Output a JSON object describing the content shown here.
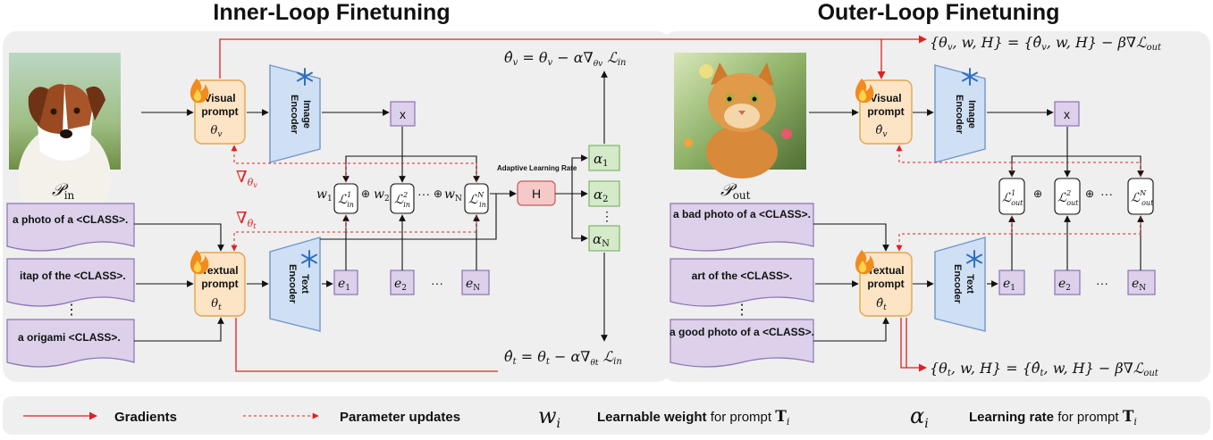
{
  "titles": {
    "inner": "Inner-Loop Finetuning",
    "outer": "Outer-Loop Finetuning"
  },
  "colors": {
    "panel_bg": "#efefef",
    "prompt_fill": "#fde4c4",
    "prompt_stroke": "#e2a64f",
    "encoder_fill": "#cfe0f5",
    "encoder_stroke": "#6f95c9",
    "token_fill": "#dcd0ea",
    "token_stroke": "#8a73b5",
    "lr_fill": "#d4eac9",
    "lr_stroke": "#7fb46b",
    "h_fill": "#f6c9c9",
    "h_stroke": "#c85a5a",
    "gradient_red": "#e02020"
  },
  "inner": {
    "image_icon": "dog-photo",
    "prompt_set_label": "𝒫",
    "prompt_set_sub": "in",
    "prompts": [
      "a photo of a  <CLASS>.",
      "itap of the <CLASS>.",
      "a origami  <CLASS>."
    ],
    "ellipsis_v": "⋮",
    "visual_prompt": {
      "line1": "Visual",
      "line2": "prompt",
      "param": "θ",
      "param_sub": "v"
    },
    "textual_prompt": {
      "line1": "Textual",
      "line2": "prompt",
      "param": "θ",
      "param_sub": "t"
    },
    "image_encoder": {
      "line1": "Image",
      "line2": "Encoder"
    },
    "text_encoder": {
      "line1": "Text",
      "line2": "Encoder"
    },
    "x_label": "x",
    "losses": [
      {
        "sym": "ℒ",
        "sup": "1",
        "sub": "in"
      },
      {
        "sym": "ℒ",
        "sup": "2",
        "sub": "in"
      },
      {
        "sym": "ℒ",
        "sup": "N",
        "sub": "in"
      }
    ],
    "weights": [
      {
        "sym": "w",
        "sub": "1"
      },
      {
        "sym": "w",
        "sub": "2"
      },
      {
        "sym": "w",
        "sub": "N"
      }
    ],
    "oplus": "⊕",
    "dots": "···",
    "embeddings": [
      {
        "sym": "e",
        "sub": "1"
      },
      {
        "sym": "e",
        "sub": "2"
      },
      {
        "sym": "e",
        "sub": "N"
      }
    ],
    "grad_v": {
      "sym": "∇",
      "sub": "θv"
    },
    "grad_t": {
      "sym": "∇",
      "sub": "θt"
    },
    "adaptive_lr_label": "Adaptive Learning Rate",
    "h_label": "H",
    "alphas": [
      {
        "sym": "α",
        "sub": "1"
      },
      {
        "sym": "α",
        "sub": "2"
      },
      {
        "sym": "α",
        "sub": "N"
      }
    ],
    "update_v": "θ̂v = θv − α∇θv ℒin",
    "update_t": "θ̂t = θt − α∇θt ℒin"
  },
  "outer": {
    "image_icon": "cat-photo",
    "prompt_set_label": "𝒫",
    "prompt_set_sub": "out",
    "prompts": [
      "a bad photo of a <CLASS>.",
      "art of the <CLASS>.",
      "a good photo of a <CLASS>."
    ],
    "ellipsis_v": "⋮",
    "visual_prompt": {
      "line1": "Visual",
      "line2": "prompt",
      "param": "θ̂",
      "param_sub": "v"
    },
    "textual_prompt": {
      "line1": "Textual",
      "line2": "prompt",
      "param": "θ̂",
      "param_sub": "t"
    },
    "image_encoder": {
      "line1": "Image",
      "line2": "Encoder"
    },
    "text_encoder": {
      "line1": "Text",
      "line2": "Encoder"
    },
    "x_label": "x",
    "losses": [
      {
        "sym": "ℒ",
        "sup": "1",
        "sub": "out"
      },
      {
        "sym": "ℒ",
        "sup": "2",
        "sub": "out"
      },
      {
        "sym": "ℒ",
        "sup": "N",
        "sub": "out"
      }
    ],
    "oplus": "⊕",
    "dots": "···",
    "embeddings": [
      {
        "sym": "e",
        "sub": "1"
      },
      {
        "sym": "e",
        "sub": "2"
      },
      {
        "sym": "e",
        "sub": "N"
      }
    ],
    "update_v": "{θv, w, H} = {θ̂v, w, H} − β∇ℒout",
    "update_t": "{θt, w, H} = {θ̂t, w, H} − β∇ℒout"
  },
  "legend": {
    "gradients": "Gradients",
    "param_updates": "Parameter updates",
    "w_sym": "w",
    "w_sub": "i",
    "w_text_bold": "Learnable weight",
    "w_text_rest": " for prompt ",
    "w_T": "T",
    "w_T_sub": "i",
    "a_sym": "α",
    "a_sub": "i",
    "a_text_bold": "Learning rate",
    "a_text_rest": " for prompt ",
    "a_T": "T",
    "a_T_sub": "i"
  },
  "icons": {
    "fire": "fire-icon",
    "snowflake": "snowflake-icon"
  }
}
